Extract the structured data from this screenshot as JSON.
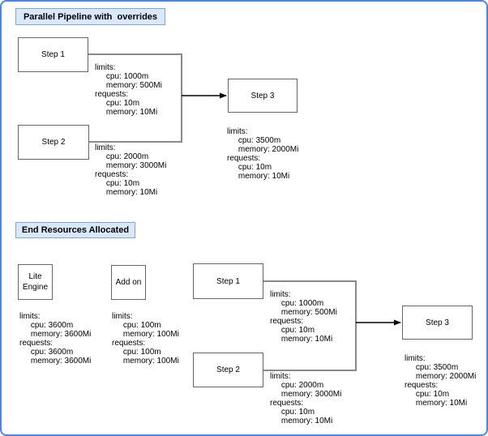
{
  "colors": {
    "outer_border": "#4a86e8",
    "title_fill": "#dae8fc",
    "title_border": "#7ea6e0",
    "node_border": "#666666",
    "connector": "#8a8a8a",
    "arrow": "#000000",
    "text": "#000000",
    "background": "#ffffff"
  },
  "sections": [
    {
      "title": "Parallel Pipeline with  overrides",
      "nodes": [
        {
          "label": "Step 1"
        },
        {
          "label": "Step 2"
        },
        {
          "label": "Step 3"
        }
      ],
      "annotations": [
        {
          "for": "Step 1",
          "lines": [
            "limits:",
            "     cpu: 1000m",
            "     memory: 500Mi",
            "requests:",
            "     cpu: 10m",
            "     memory: 10Mi"
          ]
        },
        {
          "for": "Step 2",
          "lines": [
            "limits:",
            "     cpu: 2000m",
            "     memory: 3000Mi",
            "requests:",
            "     cpu: 10m",
            "     memory: 10Mi"
          ]
        },
        {
          "for": "Step 3",
          "lines": [
            "limits:",
            "     cpu: 3500m",
            "     memory: 2000Mi",
            "requests:",
            "     cpu: 10m",
            "     memory: 10Mi"
          ]
        }
      ]
    },
    {
      "title": "End Resources Allocated",
      "nodes": [
        {
          "label": "Lite Engine"
        },
        {
          "label": "Add on"
        },
        {
          "label": "Step 1"
        },
        {
          "label": "Step 2"
        },
        {
          "label": "Step 3"
        }
      ],
      "annotations": [
        {
          "for": "Lite Engine",
          "lines": [
            "limits:",
            "     cpu: 3600m",
            "     memory: 3600Mi",
            "requests:",
            "     cpu: 3600m",
            "     memory: 3600Mi"
          ]
        },
        {
          "for": "Add on",
          "lines": [
            "limits:",
            "     cpu: 100m",
            "     memory: 100Mi",
            "requests:",
            "     cpu: 100m",
            "     memory: 100Mi"
          ]
        },
        {
          "for": "Step 1",
          "lines": [
            "limits:",
            "     cpu: 1000m",
            "     memory: 500Mi",
            "requests:",
            "     cpu: 10m",
            "     memory: 10Mi"
          ]
        },
        {
          "for": "Step 2",
          "lines": [
            "limits:",
            "     cpu: 2000m",
            "     memory: 3000Mi",
            "requests:",
            "     cpu: 10m",
            "     memory: 10Mi"
          ]
        },
        {
          "for": "Step 3",
          "lines": [
            "limits:",
            "     cpu: 3500m",
            "     memory: 2000Mi",
            "requests:",
            "     cpu: 10m",
            "     memory: 10Mi"
          ]
        }
      ]
    }
  ]
}
